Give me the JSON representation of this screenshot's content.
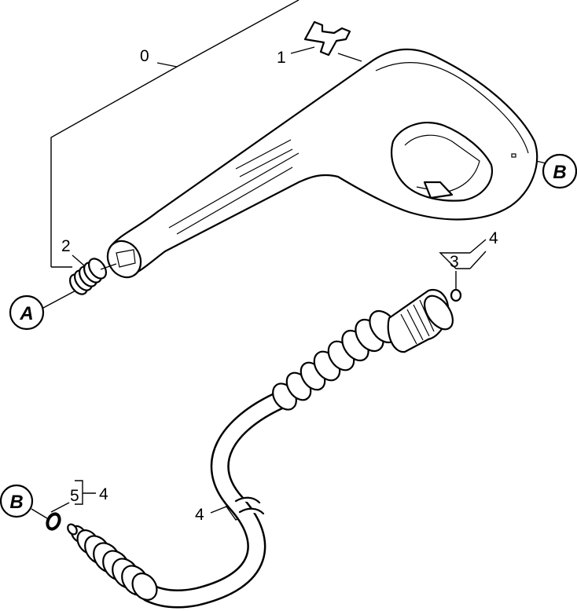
{
  "callouts": {
    "part_0": "0",
    "part_1": "1",
    "part_2": "2",
    "part_3": "3",
    "part_4_top": "4",
    "part_4_mid": "4",
    "part_4_bottom": "4",
    "part_5": "5"
  },
  "connectors": {
    "a": "A",
    "b_right": "B",
    "b_left": "B"
  }
}
